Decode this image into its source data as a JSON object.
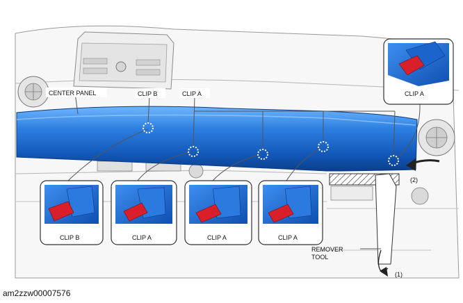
{
  "labels": {
    "center_panel": "CENTER PANEL",
    "clip_b": "CLIP B",
    "clip_a": "CLIP A",
    "remover_tool_line1": "REMOVER",
    "remover_tool_line2": "TOOL",
    "step_1": "(1)",
    "step_2": "(2)"
  },
  "insets": {
    "top_right": "CLIP A",
    "bottom": [
      "CLIP B",
      "CLIP A",
      "CLIP A",
      "CLIP A"
    ]
  },
  "figure_id": "am2zzw00007576",
  "colors": {
    "panel_blue": "#1e6fd0",
    "clip_red": "#d9202a",
    "line_gray": "#555555"
  }
}
